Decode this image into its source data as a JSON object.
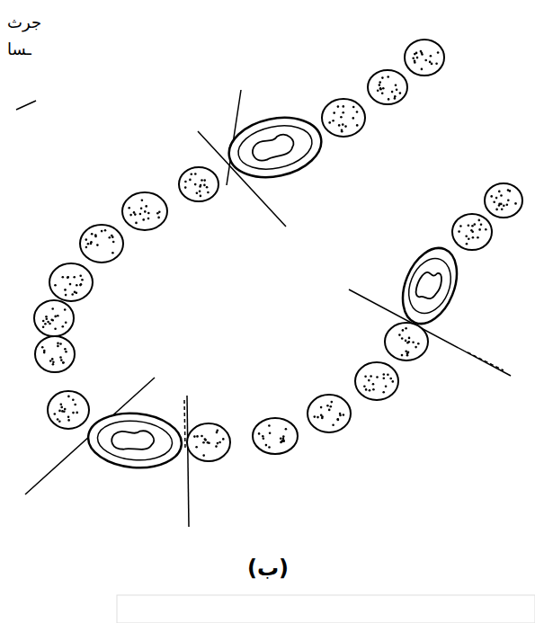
{
  "diagram": {
    "caption": "(ب)",
    "labels": [
      "جرث",
      "ـسا"
    ]
  }
}
